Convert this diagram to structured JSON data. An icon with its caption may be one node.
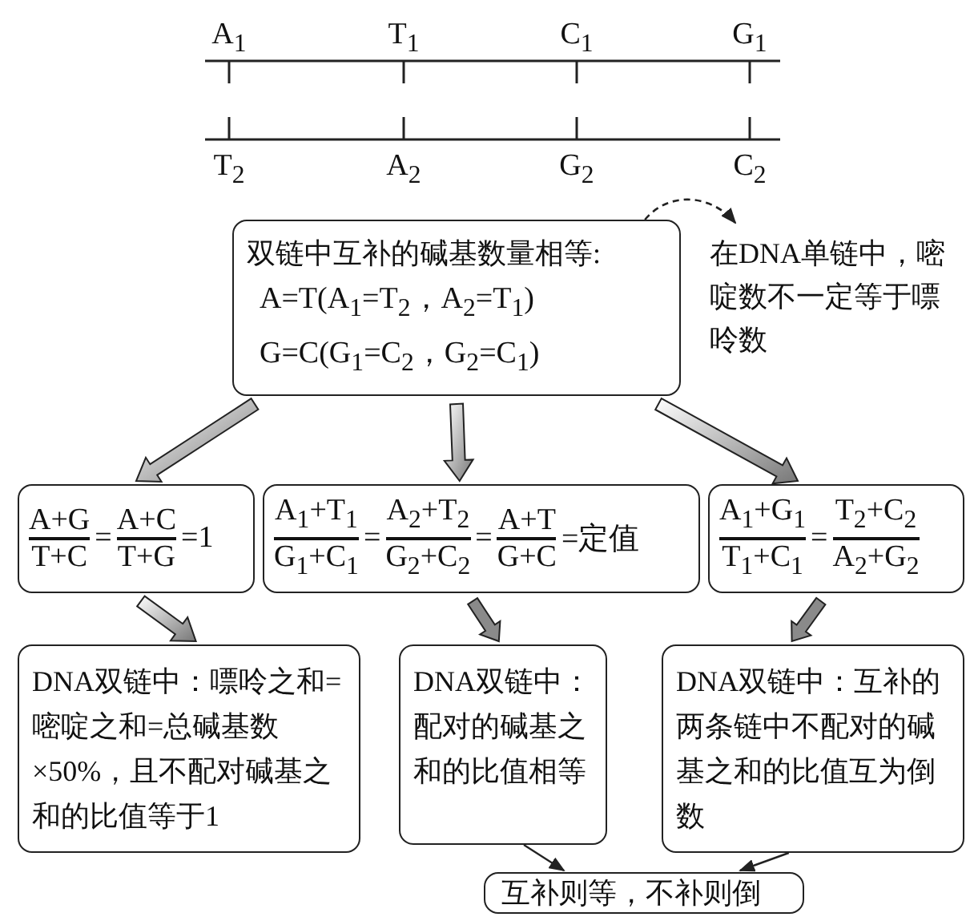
{
  "diagram": {
    "nodes": [
      {
        "text": [
          "双链中互补的碱基数量相等:",
          "A=T(A$_{1}$=T$_{2}$，A$_{2}$=T$_{1}$)",
          "G=C(G$_{1}$=C$_{2}$，G$_{2}$=C$_{1}$)"
        ]
      },
      {
        "text": [
          "在DNA单链中，嘧啶数不一定等于嘌呤数"
        ]
      },
      {
        "text": [
          "A+G",
          "T+C",
          "=",
          "A+C",
          "T+G",
          "=1"
        ]
      },
      {
        "text": [
          "A$_{1}$+T$_{1}$",
          "G$_{1}$+C$_{1}$",
          "=",
          "A$_{2}$+T$_{2}$",
          "G$_{2}$+C$_{2}$",
          "=",
          "A+T",
          "G+C",
          "=定值"
        ]
      },
      {
        "text": [
          "A$_{1}$+G$_{1}$",
          "T$_{1}$+C$_{1}$",
          "=",
          "T$_{2}$+C$_{2}$",
          "A$_{2}$+G$_{2}$"
        ]
      },
      {
        "text": [
          "DNA双链中：嘌呤之和=嘧啶之和=总碱基数×50%，且不配对碱基之和的比值等于1"
        ]
      },
      {
        "text": [
          "DNA双链中：配对的碱基之和的比值相等"
        ]
      },
      {
        "text": [
          "DNA双链中：互补的两条链中不配对的碱基之和的比值互为倒数"
        ]
      },
      {
        "text": [
          "互补则等，不补则倒"
        ]
      }
    ],
    "edges": [
      {
        "from": 0,
        "to": 1,
        "arrow": "to",
        "style": "dashed"
      },
      {
        "from": 0,
        "to": 2,
        "arrow": "to",
        "style": "thick"
      },
      {
        "from": 0,
        "to": 3,
        "arrow": "to",
        "style": "thick"
      },
      {
        "from": 0,
        "to": 4,
        "arrow": "to",
        "style": "thick"
      },
      {
        "from": 2,
        "to": 5,
        "arrow": "to",
        "style": "thick"
      },
      {
        "from": 3,
        "to": 6,
        "arrow": "to",
        "style": "thick"
      },
      {
        "from": 4,
        "to": 7,
        "arrow": "to",
        "style": "thick"
      },
      {
        "from": 6,
        "to": 8,
        "arrow": "to"
      },
      {
        "from": 7,
        "to": 8,
        "arrow": "to"
      }
    ],
    "labels": [
      "A$_{1}$",
      "T$_{1}$",
      "C$_{1}$",
      "G$_{1}$",
      "T$_{2}$",
      "A$_{2}$",
      "G$_{2}$",
      "C$_{2}$"
    ]
  }
}
